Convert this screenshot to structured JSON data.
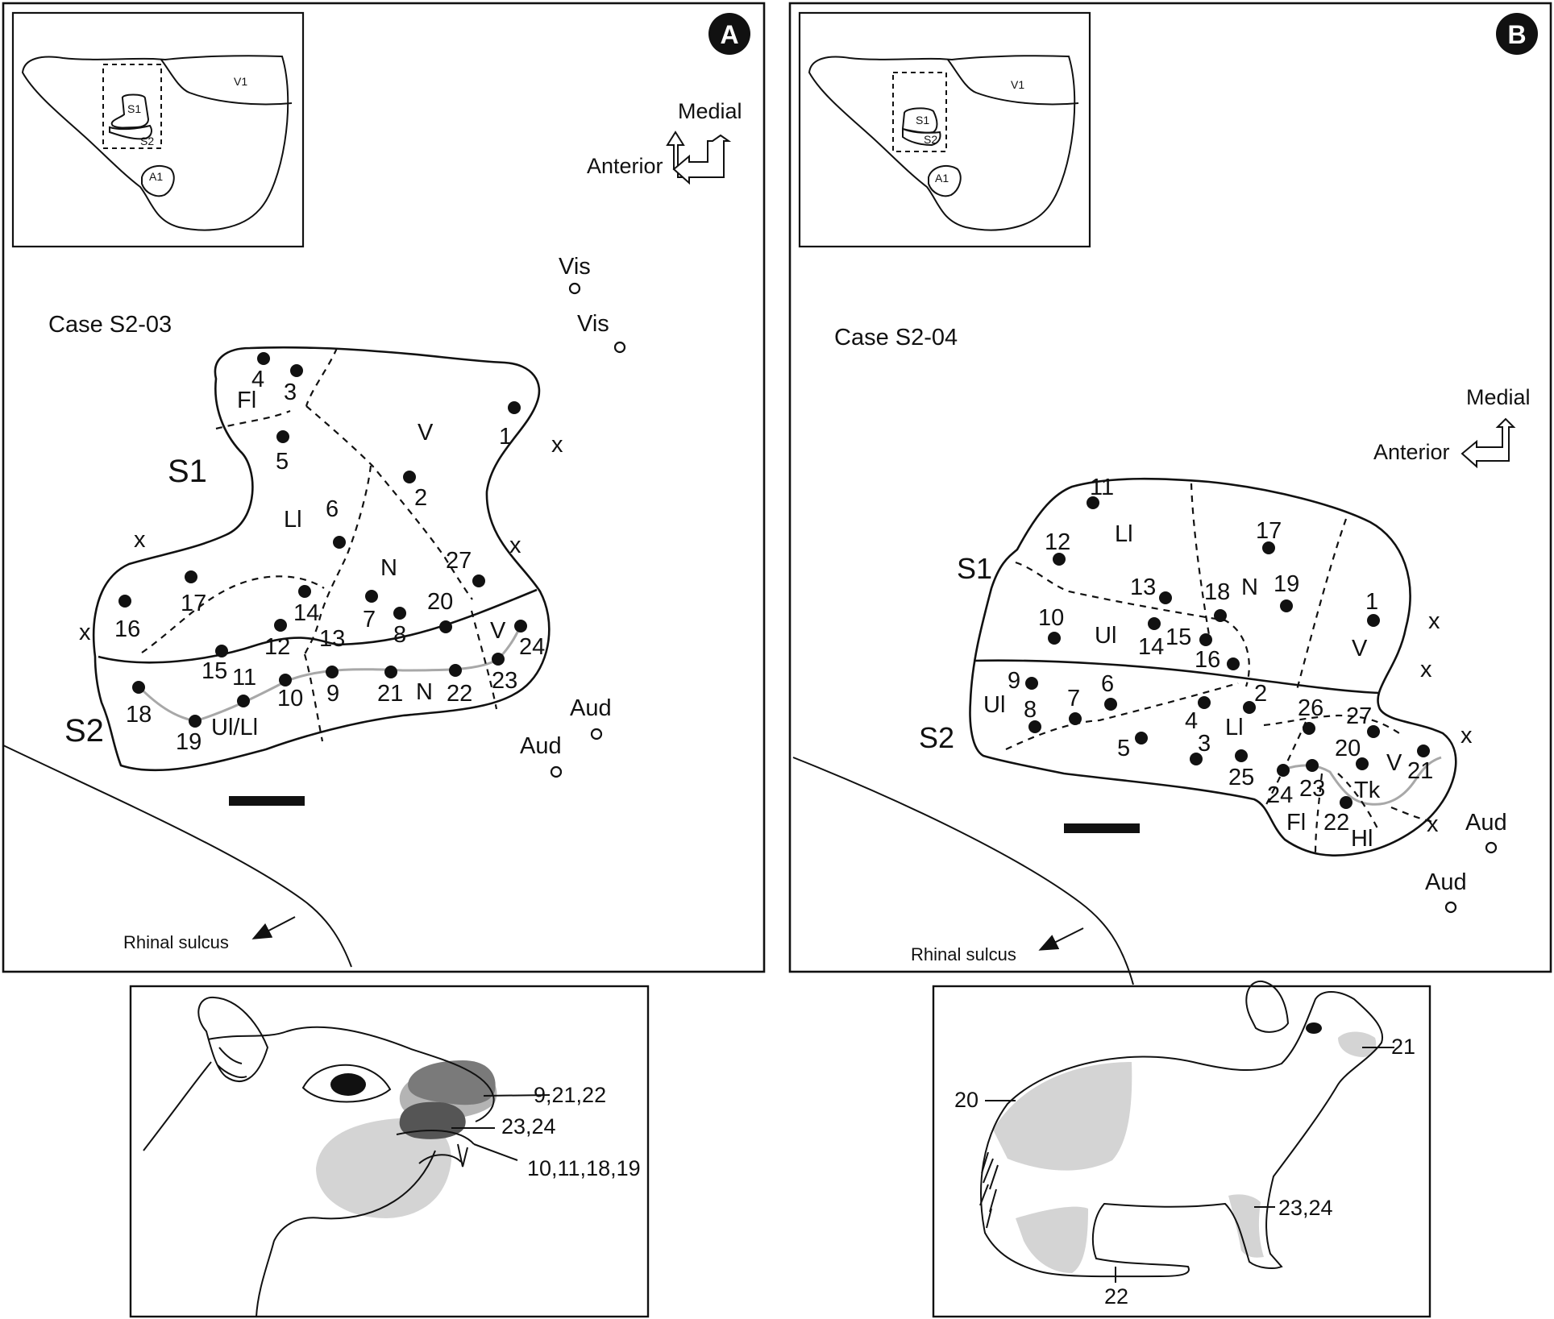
{
  "panel_a": {
    "badge": "A",
    "inset": {
      "v1": "V1",
      "s1": "S1",
      "s2": "S2",
      "a1": "A1"
    },
    "orientation": {
      "medial": "Medial",
      "anterior": "Anterior"
    },
    "case": "Case S2-03",
    "areas": {
      "s1": "S1",
      "s2": "S2"
    },
    "regions": {
      "fl": "Fl",
      "v": "V",
      "ll": "Ll",
      "n": "N",
      "n2": "N",
      "v2": "V",
      "ulll": "Ul/Ll"
    },
    "sites": [
      "1",
      "2",
      "3",
      "4",
      "5",
      "6",
      "7",
      "8",
      "9",
      "10",
      "11",
      "12",
      "13",
      "14",
      "15",
      "16",
      "17",
      "18",
      "19",
      "20",
      "21",
      "22",
      "23",
      "24",
      "27"
    ],
    "markers": {
      "vis": "Vis",
      "aud": "Aud",
      "x": "x"
    },
    "rhinal": "Rhinal sulcus",
    "figure_labels": [
      "9,21,22",
      "23,24",
      "10,11,18,19"
    ]
  },
  "panel_b": {
    "badge": "B",
    "inset": {
      "v1": "V1",
      "s1": "S1",
      "s2": "S2",
      "a1": "A1"
    },
    "orientation": {
      "medial": "Medial",
      "anterior": "Anterior"
    },
    "case": "Case S2-04",
    "areas": {
      "s1": "S1",
      "s2": "S2"
    },
    "regions": {
      "ll": "Ll",
      "n": "N",
      "ul": "Ul",
      "v": "V",
      "ul2": "Ul",
      "ll2": "Ll",
      "v2": "V",
      "tk": "Tk",
      "fl": "Fl",
      "hl": "Hl"
    },
    "sites": [
      "1",
      "2",
      "3",
      "4",
      "5",
      "6",
      "7",
      "8",
      "9",
      "10",
      "11",
      "12",
      "13",
      "14",
      "15",
      "16",
      "17",
      "18",
      "19",
      "20",
      "21",
      "22",
      "23",
      "24",
      "25",
      "26",
      "27"
    ],
    "markers": {
      "aud": "Aud",
      "x": "x"
    },
    "rhinal": "Rhinal sulcus",
    "figure_labels": [
      "21",
      "20",
      "23,24",
      "22"
    ]
  },
  "colors": {
    "ink": "#111111",
    "shade_light": "#d4d4d4",
    "shade_mid": "#b4b4b4",
    "shade_dark": "#6f6f6f",
    "trace": "#a8a8a8"
  }
}
